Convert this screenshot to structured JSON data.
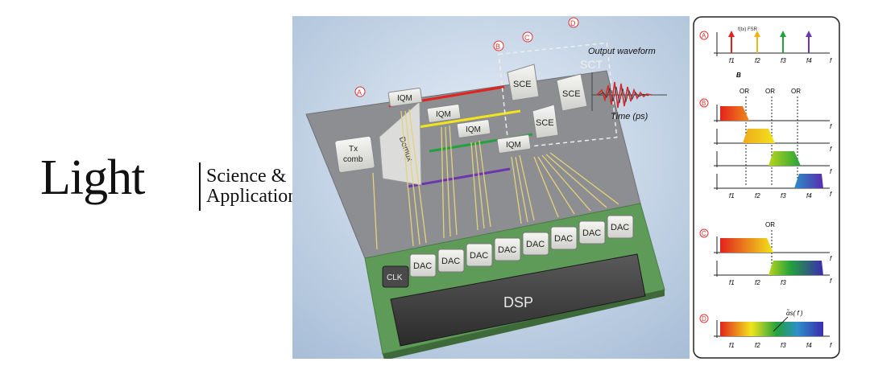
{
  "logo": {
    "word": "Light",
    "line1": "Science &",
    "line2": "Applications"
  },
  "chip": {
    "blocks": {
      "tx_comb_1": "Tx",
      "tx_comb_2": "comb",
      "demux": "Demux",
      "iqm": "IQM",
      "sce": "SCE",
      "sct": "SCT",
      "dac": "DAC",
      "clk": "CLK",
      "dsp": "DSP"
    },
    "waveform": {
      "title": "Output waveform",
      "time_label": "Time (ps)"
    },
    "markers": [
      "A",
      "B",
      "C",
      "D"
    ]
  },
  "spectrum": {
    "markers": [
      "A",
      "B",
      "C",
      "D"
    ],
    "freq_labels": [
      "f1",
      "f2",
      "f3",
      "f4"
    ],
    "axis_f": "f",
    "fsr_label": "f(tx) FSR",
    "bandwidth_label": "B",
    "overlap_label": "OR",
    "alpha_label": "α̃s( f )"
  },
  "colors": {
    "red": "#e3231d",
    "yellow": "#f2e41c",
    "green": "#22a23c",
    "purple": "#6d35b0",
    "blue": "#2c3fc8",
    "chip_gray": "#8b8d90",
    "pcb_green": "#5e9a58",
    "bg_blue": "#bfd0e4"
  }
}
